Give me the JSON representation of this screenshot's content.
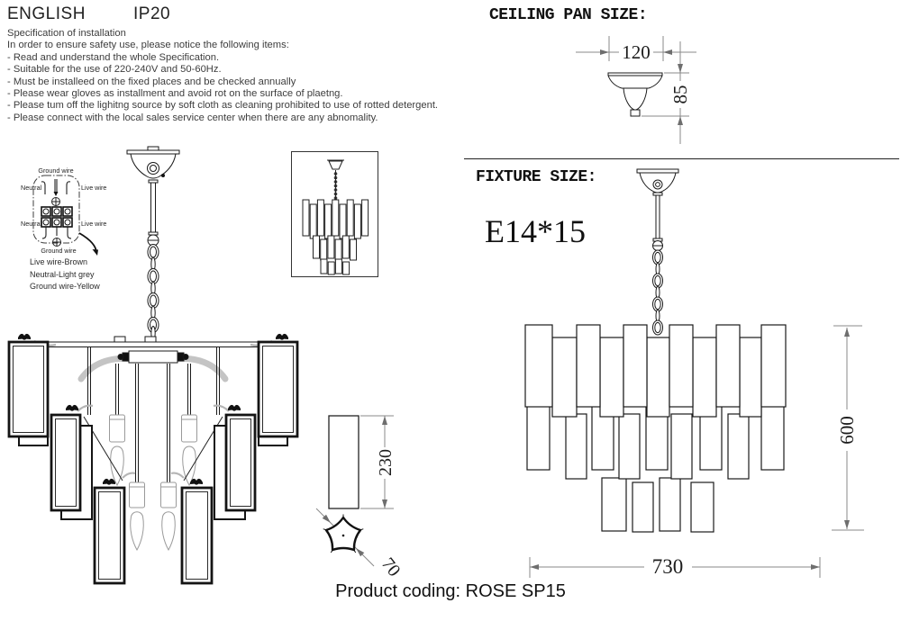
{
  "header": {
    "language": "ENGLISH",
    "ip_rating": "IP20"
  },
  "installation": {
    "title": "Specification of installation",
    "intro": "In order to ensure safety use, please notice the following items:",
    "items": [
      "- Read and understand the whole Specification.",
      "- Suitable for the use of 220-240V and 50-60Hz.",
      "- Must be installeed on the fixed places and be checked annually",
      "- Please wear gloves as installment and avoid rot on the surface of plaetng.",
      "- Please tum off the lighitng source by soft cloth as cleaning prohibited to use of rotted detergent.",
      "- Please connect with the local sales service center when there are any abnomality."
    ]
  },
  "wiring_diagram": {
    "ground_wire_top": "Ground wire",
    "neutral_row1": "Neutral",
    "live_row1": "Live wire",
    "neutral_row2": "Neutral",
    "live_row2": "Live wire",
    "ground_wire_bottom": "Ground wire",
    "legend": [
      "Live wire-Brown",
      "Neutral-Light grey",
      "Ground wire-Yellow"
    ]
  },
  "ceiling_pan": {
    "title": "CEILING PAN SIZE:",
    "width_mm": "120",
    "height_mm": "85"
  },
  "fixture": {
    "title": "FIXTURE SIZE:",
    "lamp_spec": "E14*15",
    "height_mm": "600",
    "diameter_mm": "730"
  },
  "crystal_detail": {
    "length_mm": "230",
    "cross_mm": "70"
  },
  "footer": {
    "product_coding": "Product coding: ROSE SP15"
  }
}
